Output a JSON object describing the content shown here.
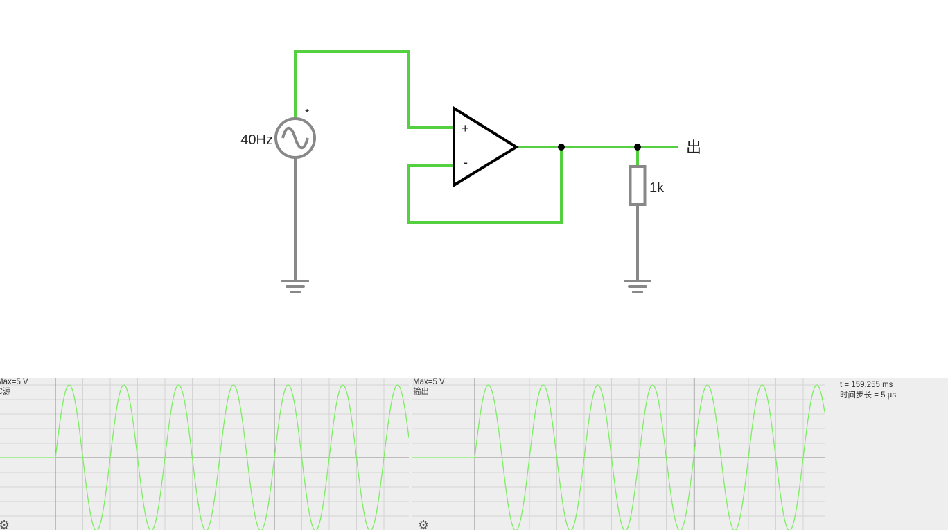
{
  "circuit": {
    "source_label": "40Hz",
    "source_marker": "*",
    "opamp_plus": "+",
    "opamp_minus": "-",
    "resistor_label": "1k",
    "output_label": "出",
    "wire_color": "#55d040",
    "ground_color": "#888888"
  },
  "scopes": [
    {
      "max_label": "Max=5 V",
      "name_label": "AC源",
      "settings_icon": "gear-icon"
    },
    {
      "max_label": "Max=5 V",
      "name_label": "输出",
      "settings_icon": "gear-icon"
    }
  ],
  "sim_info": {
    "time": "t = 159.255 ms",
    "timestep": "时间步长 = 5 µs"
  },
  "trace_color": "#7ded62",
  "chart_data": [
    {
      "type": "line",
      "series": [
        {
          "name": "AC源",
          "frequency_hz": 40,
          "amplitude_v": 5,
          "waveform": "sine"
        }
      ],
      "ylim": [
        -5,
        5
      ],
      "grid": true
    },
    {
      "type": "line",
      "series": [
        {
          "name": "输出",
          "frequency_hz": 40,
          "amplitude_v": 5,
          "waveform": "sine"
        }
      ],
      "ylim": [
        -5,
        5
      ],
      "grid": true
    }
  ]
}
